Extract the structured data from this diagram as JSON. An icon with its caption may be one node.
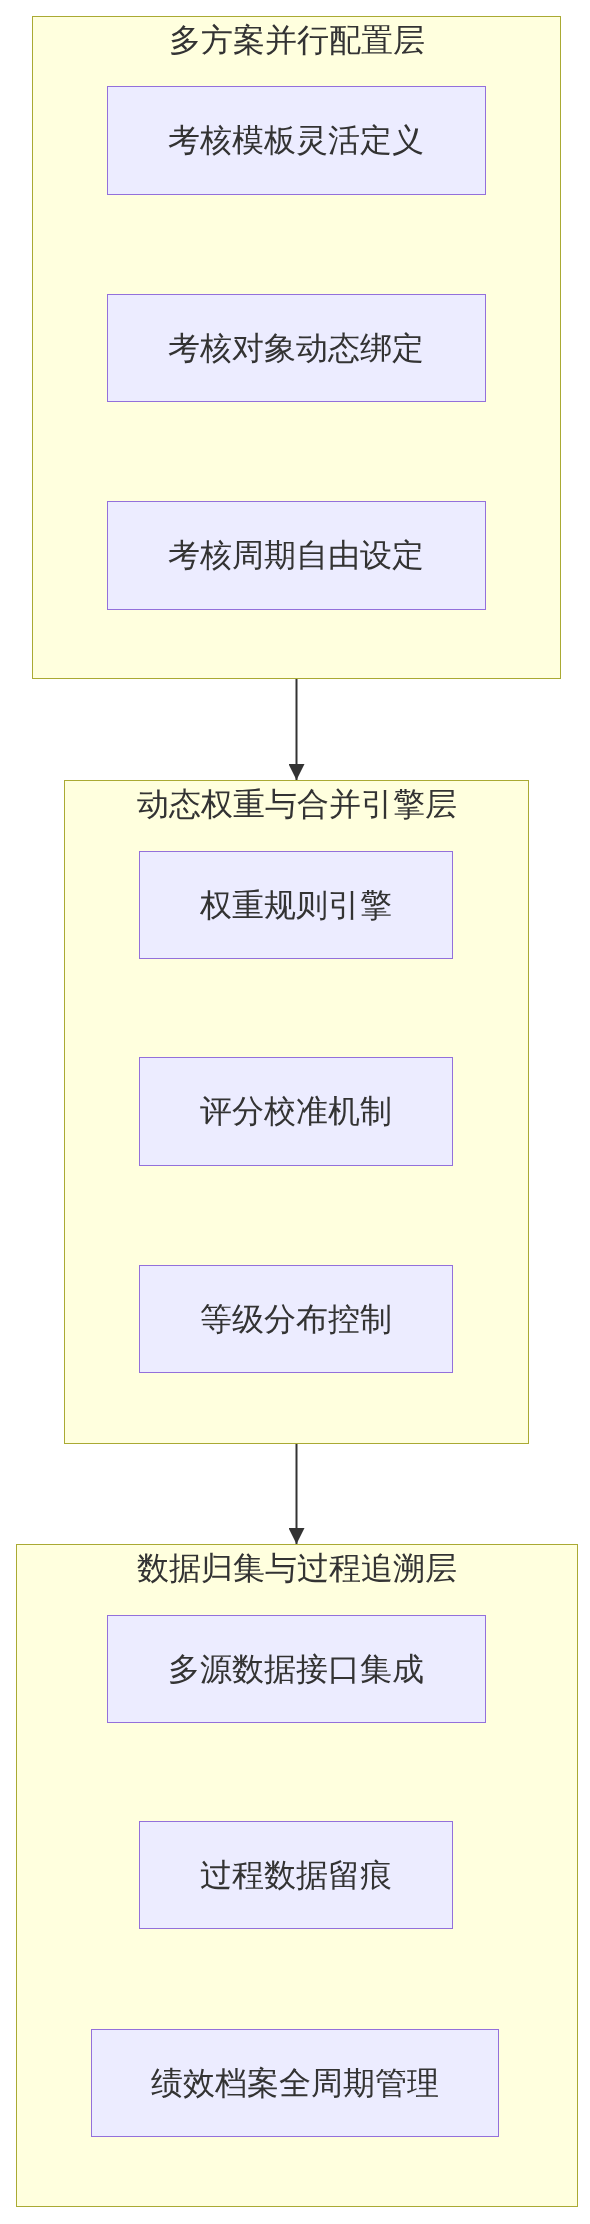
{
  "diagram": {
    "nodes": [
      {
        "text": [
          "多方案并行配置层"
        ]
      },
      {
        "text": [
          "考核模板灵活定义"
        ],
        "in": 0
      },
      {
        "text": [
          "考核对象动态绑定"
        ],
        "in": 0
      },
      {
        "text": [
          "考核周期自由设定"
        ],
        "in": 0
      },
      {
        "text": [
          "动态权重与合并引擎层"
        ]
      },
      {
        "text": [
          "权重规则引擎"
        ],
        "in": 4
      },
      {
        "text": [
          "评分校准机制"
        ],
        "in": 4
      },
      {
        "text": [
          "等级分布控制"
        ],
        "in": 4
      },
      {
        "text": [
          "数据归集与过程追溯层"
        ]
      },
      {
        "text": [
          "多源数据接口集成"
        ],
        "in": 8
      },
      {
        "text": [
          "过程数据留痕"
        ],
        "in": 8
      },
      {
        "text": [
          "绩效档案全周期管理"
        ],
        "in": 8
      }
    ],
    "edges": [
      {
        "from": 0,
        "to": 4,
        "arrow": "to"
      },
      {
        "from": 4,
        "to": 8,
        "arrow": "to"
      }
    ]
  }
}
